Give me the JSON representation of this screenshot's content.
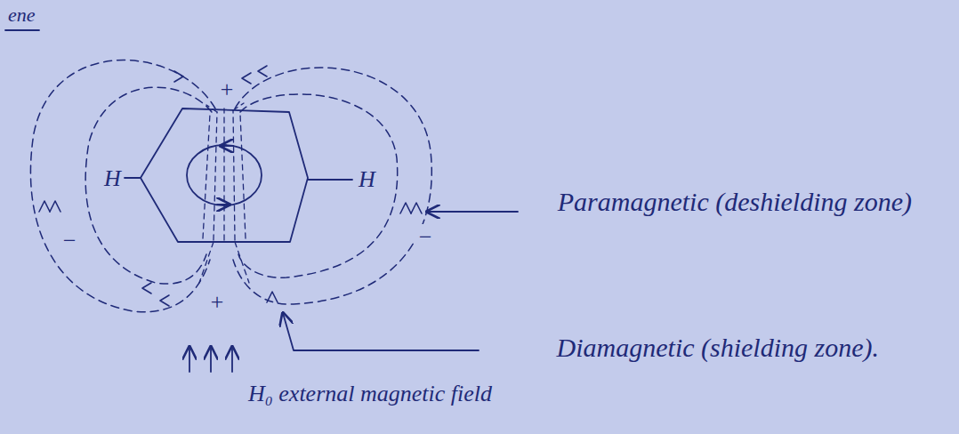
{
  "diagram": {
    "labels": [
      "ene",
      "H",
      "H",
      "+",
      "+",
      "−",
      "−",
      "Paramagnetic (deshielding zone)",
      "Diamagnetic (shielding zone).",
      "H₀ external magnetic field"
    ]
  }
}
